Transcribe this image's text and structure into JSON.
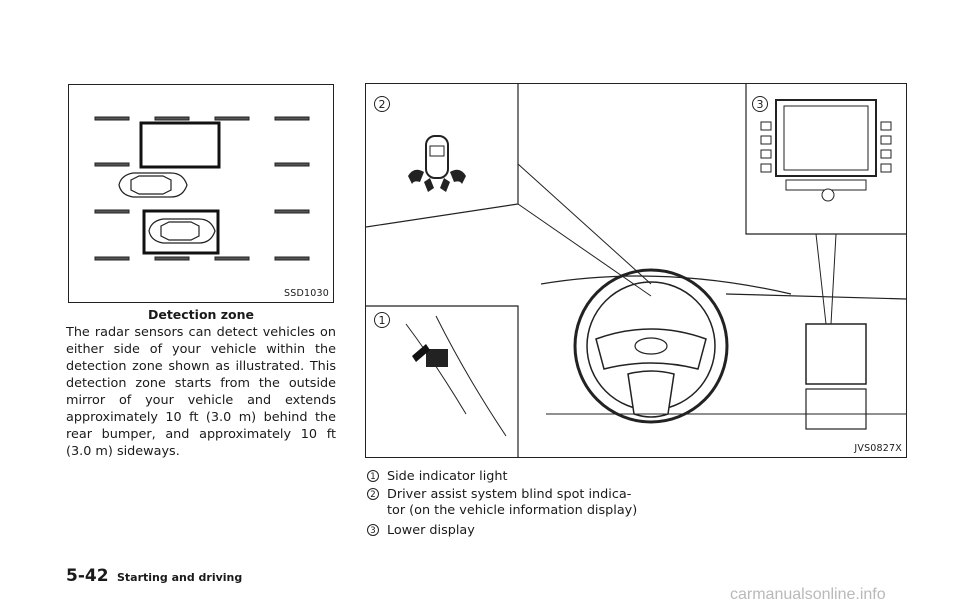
{
  "figure_left": {
    "code": "SSD1030",
    "caption": "Detection zone"
  },
  "body_text": "The radar sensors can detect vehicles on either side of your vehicle within the detection zone shown as illustrated. This detection zone starts from the outside mirror of your vehicle and extends approximately 10 ft (3.0 m) behind the rear bumper, and approximately 10 ft (3.0 m) sideways.",
  "figure_right": {
    "code": "JVS0827X",
    "callouts": [
      "1",
      "2",
      "3"
    ]
  },
  "legend": [
    {
      "num": "1",
      "line1": "Side indicator light",
      "line2": ""
    },
    {
      "num": "2",
      "line1": "Driver assist system blind spot indica-",
      "line2": "tor (on the vehicle information display)"
    },
    {
      "num": "3",
      "line1": "Lower display",
      "line2": ""
    }
  ],
  "footer": {
    "page": "5-42",
    "section": "Starting and driving"
  },
  "watermark": "carmanualsonline.info"
}
